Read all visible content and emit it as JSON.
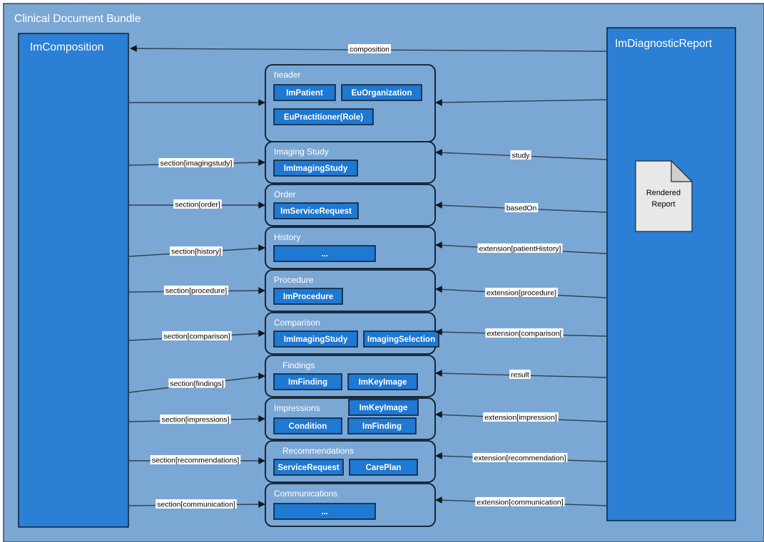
{
  "diagram": {
    "title": "Clinical Document Bundle",
    "colors": {
      "bundle_fill": "#7ba7d4",
      "bundle_stroke": "#3c566e",
      "class_fill": "#2b7fd4",
      "class_stroke": "#10283e",
      "section_fill": "#7ba7d4",
      "section_stroke": "#0d1a24",
      "chip_fill": "#1f78d1",
      "chip_stroke": "#0a1c2e",
      "edge": "#2f4150",
      "label_bg": "#ffffff",
      "doc_fill": "#e8e8e8",
      "doc_fold": "#cfcfcf"
    },
    "left_class": {
      "name": "ImComposition"
    },
    "right_class": {
      "name": "ImDiagnosticReport",
      "document_icon": {
        "line1": "Rendered",
        "line2": "Report"
      }
    },
    "sections": [
      {
        "id": "header",
        "title": "header",
        "rows": [
          [
            "ImPatient",
            "EuOrganization"
          ],
          [
            "EuPractitioner(Role)"
          ]
        ],
        "title_centered": false
      },
      {
        "id": "imagingstudy",
        "title": "Imaging Study",
        "rows": [
          [
            "ImImagingStudy"
          ]
        ],
        "title_centered": false
      },
      {
        "id": "order",
        "title": "Order",
        "rows": [
          [
            "ImServiceRequest"
          ]
        ],
        "title_centered": false
      },
      {
        "id": "history",
        "title": "History",
        "rows": [
          [
            "..."
          ]
        ],
        "title_centered": false
      },
      {
        "id": "procedure",
        "title": "Procedure",
        "rows": [
          [
            "ImProcedure"
          ]
        ],
        "title_centered": false
      },
      {
        "id": "comparison",
        "title": "Comparison",
        "rows": [
          [
            "ImImagingStudy",
            "ImagingSelection"
          ]
        ],
        "title_centered": false
      },
      {
        "id": "findings",
        "title": "Findings",
        "rows": [
          [
            "ImFinding",
            "ImKeyImage"
          ]
        ],
        "title_centered": true
      },
      {
        "id": "impressions",
        "title": "Impressions",
        "rows": [
          [
            "ImKeyImage"
          ],
          [
            "Condition",
            "ImFinding"
          ]
        ],
        "title_centered": false
      },
      {
        "id": "recommendations",
        "title": "Recommendations",
        "rows": [
          [
            "ServiceRequest",
            "CarePlan"
          ]
        ],
        "title_centered": true
      },
      {
        "id": "communications",
        "title": "Communications",
        "rows": [
          [
            "..."
          ]
        ],
        "title_centered": false
      }
    ],
    "left_edges": [
      {
        "id": "header",
        "label": ""
      },
      {
        "id": "imagingstudy",
        "label": "section[imagingstudy]"
      },
      {
        "id": "order",
        "label": "section[order]"
      },
      {
        "id": "history",
        "label": "section[history]"
      },
      {
        "id": "procedure",
        "label": "section[procedure]"
      },
      {
        "id": "comparison",
        "label": "section[comparison]"
      },
      {
        "id": "findings",
        "label": "section[findings]"
      },
      {
        "id": "impressions",
        "label": "section[impressions]"
      },
      {
        "id": "recommendations",
        "label": "section[recommendations]"
      },
      {
        "id": "communications",
        "label": "section[communication]"
      }
    ],
    "right_edges": [
      {
        "id": "composition",
        "label": "composition"
      },
      {
        "id": "header",
        "label": ""
      },
      {
        "id": "study",
        "label": "study"
      },
      {
        "id": "basedon",
        "label": "basedOn"
      },
      {
        "id": "patienthistory",
        "label": "extension[patientHistory]"
      },
      {
        "id": "procedure",
        "label": "extension[procedure]"
      },
      {
        "id": "comparison",
        "label": "extension[comparison["
      },
      {
        "id": "result",
        "label": "result"
      },
      {
        "id": "impression",
        "label": "extension[impression]"
      },
      {
        "id": "recommendation",
        "label": "extension[recommendation]"
      },
      {
        "id": "communication",
        "label": "extension[communication]"
      }
    ]
  }
}
